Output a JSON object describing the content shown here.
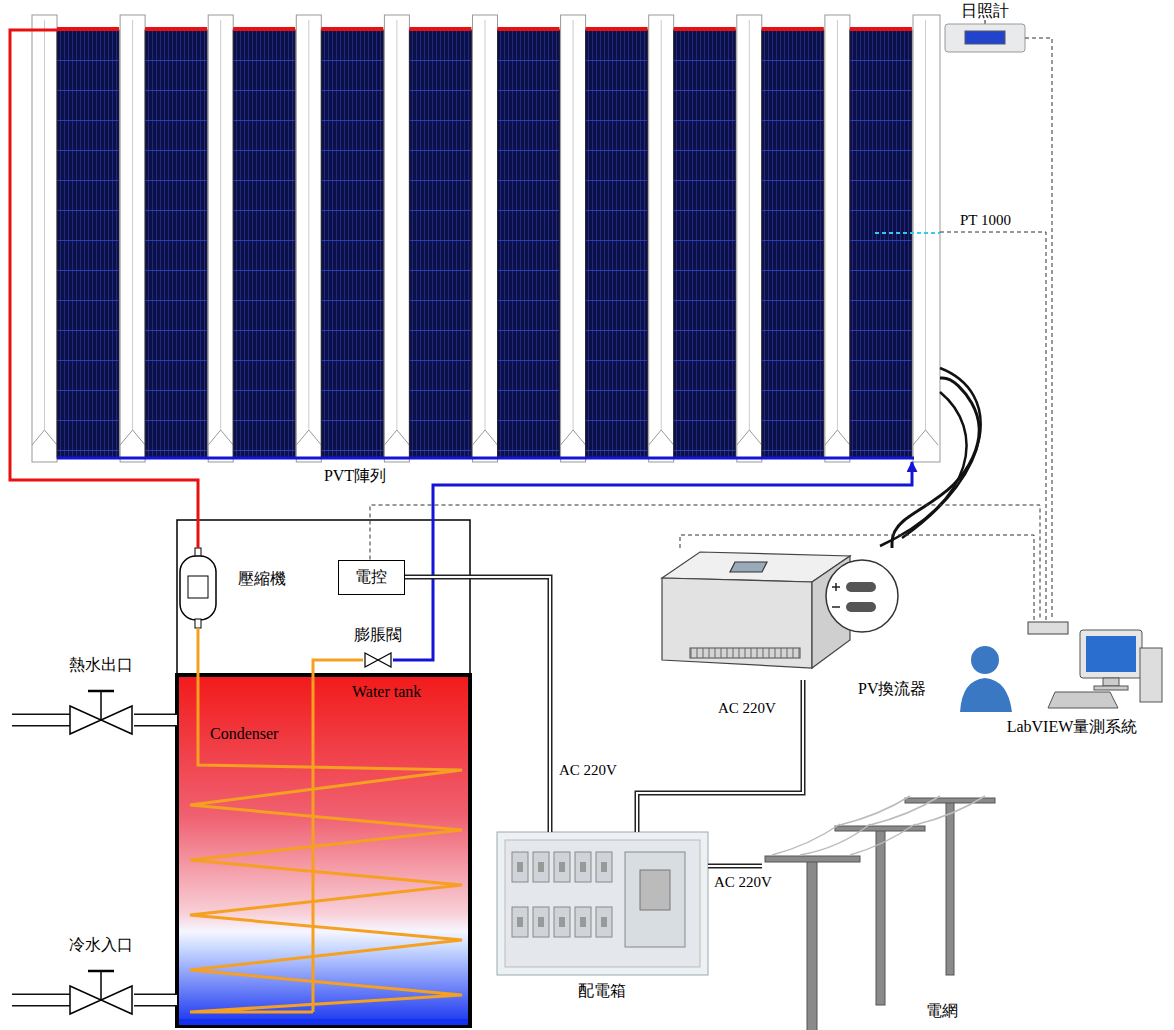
{
  "diagram": {
    "nodes": [
      {
        "text": [
          "PVT陣列"
        ]
      },
      {
        "text": [
          "日照計"
        ]
      },
      {
        "text": [
          "壓縮機"
        ]
      },
      {
        "text": [
          "電控"
        ]
      },
      {
        "text": [
          "膨脹閥"
        ]
      },
      {
        "text": [
          "Water tank",
          "Condenser"
        ]
      },
      {
        "text": [
          "PV換流器"
        ]
      },
      {
        "text": [
          "LabVIEW量測系統"
        ]
      },
      {
        "text": [
          "熱水出口"
        ]
      },
      {
        "text": [
          "配電箱"
        ]
      },
      {
        "text": [
          "冷水入口"
        ]
      },
      {
        "text": [
          "電網"
        ]
      }
    ],
    "edges": [
      {
        "from": 0,
        "to": 2,
        "arrow": "none"
      },
      {
        "from": 4,
        "to": 0,
        "arrow": "to"
      },
      {
        "from": 2,
        "to": 5,
        "arrow": "none"
      },
      {
        "from": 5,
        "to": 4,
        "arrow": "none"
      },
      {
        "from": 0,
        "to": 6,
        "arrow": "none"
      },
      {
        "from": 1,
        "to": 7,
        "arrow": "none"
      },
      {
        "from": 0,
        "to": 7,
        "label": "PT 1000",
        "arrow": "none"
      },
      {
        "from": 3,
        "to": 7,
        "arrow": "none"
      },
      {
        "from": 6,
        "to": 7,
        "arrow": "none"
      },
      {
        "from": 3,
        "to": 9,
        "label": "AC 220V",
        "arrow": "none"
      },
      {
        "from": 6,
        "to": 9,
        "label": "AC 220V",
        "arrow": "none"
      },
      {
        "from": 9,
        "to": 11,
        "label": "AC 220V",
        "arrow": "none"
      },
      {
        "from": 5,
        "to": 8,
        "arrow": "none"
      },
      {
        "from": 10,
        "to": 5,
        "arrow": "none"
      }
    ]
  }
}
